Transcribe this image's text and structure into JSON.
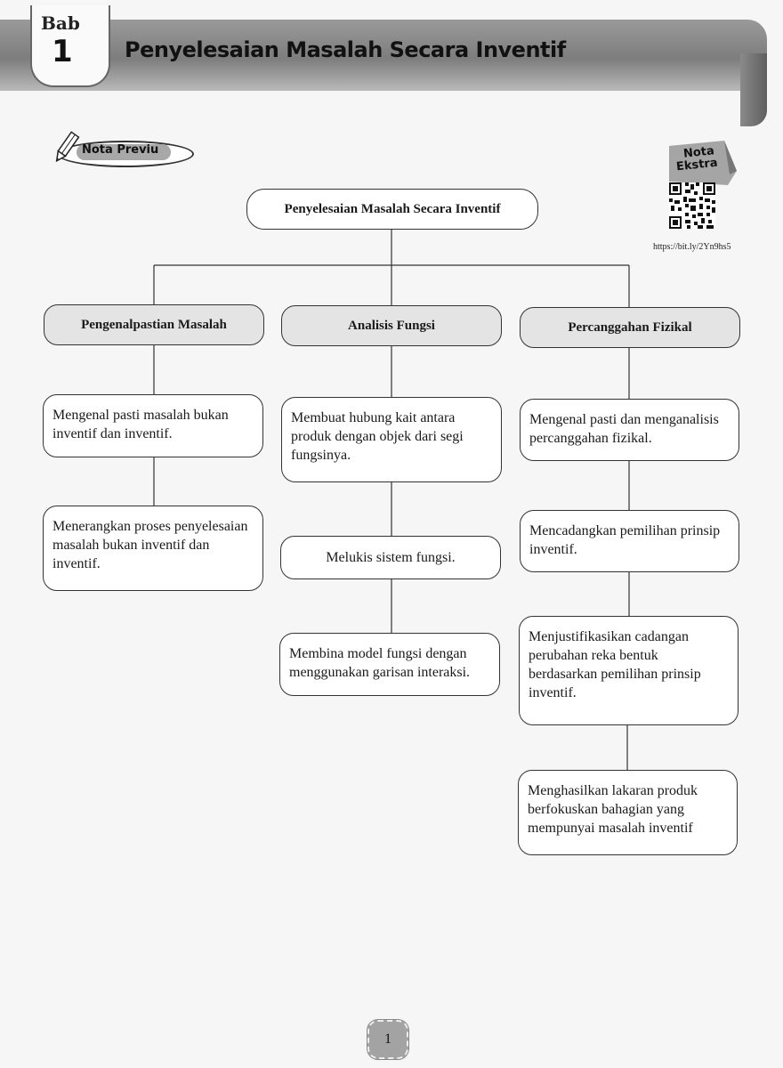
{
  "header": {
    "bab_label": "Bab",
    "bab_number": "1",
    "title": "Penyelesaian Masalah Secara Inventif"
  },
  "nota_previu": {
    "label": "Nota Previu",
    "icon": "pencil-icon"
  },
  "nota_ekstra": {
    "line1": "Nota",
    "line2": "Ekstra",
    "url": "https://bit.ly/2Yn9hs5",
    "icon": "qr-code-icon"
  },
  "diagram": {
    "root": "Penyelesaian Masalah Secara Inventif",
    "branches": [
      {
        "title": "Pengenalpastian Masalah",
        "steps": [
          "Mengenal pasti masalah bukan inventif dan inventif.",
          "Menerangkan proses penyelesaian masalah bukan inventif dan inventif."
        ]
      },
      {
        "title": "Analisis Fungsi",
        "steps": [
          "Membuat hubung kait antara produk dengan objek dari segi fungsinya.",
          "Melukis sistem fungsi.",
          "Membina model fungsi dengan menggunakan garisan interaksi."
        ]
      },
      {
        "title": "Percanggahan Fizikal",
        "steps": [
          "Mengenal pasti dan menganalisis percanggahan fizikal.",
          "Mencadangkan pemilihan prinsip inventif.",
          "Menjustifikasikan cadangan perubahan reka bentuk berdasarkan pemilihan prinsip inventif.",
          "Menghasilkan lakaran produk berfokuskan bahagian yang mempunyai masalah inventif"
        ]
      }
    ]
  },
  "footer": {
    "page_number": "1"
  },
  "colors": {
    "band": "#8a8a8a",
    "header_box": "#e4e4e4",
    "page_badge": "#a3a3a3"
  }
}
